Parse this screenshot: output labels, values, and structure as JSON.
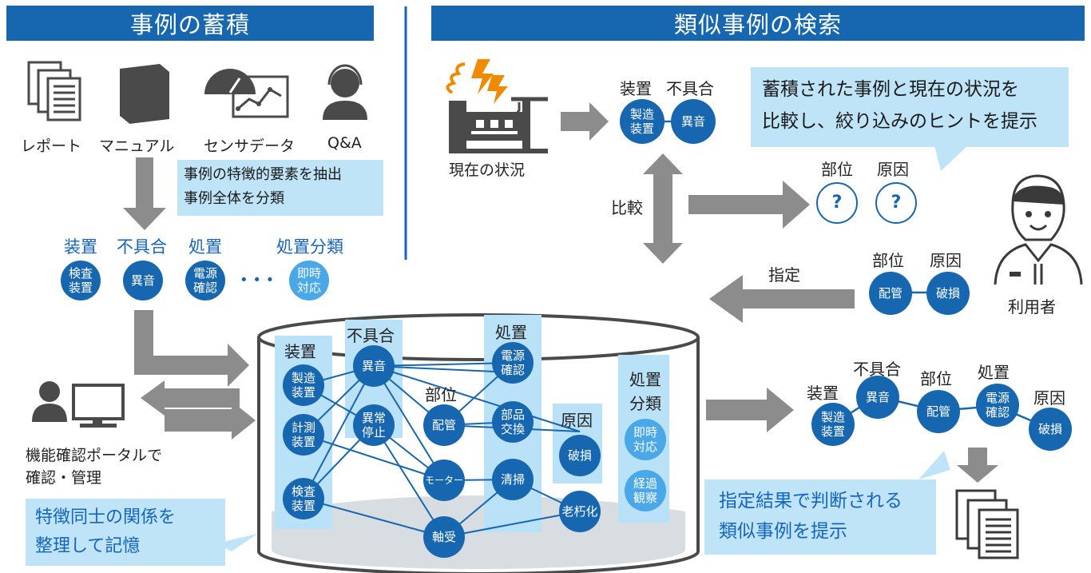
{
  "left_banner": "事例の蓄積",
  "right_banner": "類似事例の検索",
  "sources": {
    "report": "レポート",
    "manual": "マニュアル",
    "sensor": "センサデータ",
    "qa": "Q&A"
  },
  "extract_callout": [
    "事例の特徴的要素を抽出",
    "事例全体を分類"
  ],
  "categories_left": {
    "device": "装置",
    "defect": "不具合",
    "action": "処置",
    "action_class": "処置分類",
    "device_val": [
      "検査",
      "装置"
    ],
    "defect_val": [
      "異音"
    ],
    "action_val": [
      "電源",
      "確認"
    ],
    "dots": "• • •",
    "class_val": [
      "即時",
      "対応"
    ]
  },
  "portal": [
    "機能確認ポータルで",
    "確認・管理"
  ],
  "memory_callout": [
    "特徴同士の関係を",
    "整理して記憶"
  ],
  "db": {
    "col_device": "装置",
    "col_defect": "不具合",
    "col_part": "部位",
    "col_action": "処置",
    "col_cause": "原因",
    "col_class": [
      "処置",
      "分類"
    ],
    "nodes": {
      "seizo": [
        "製造",
        "装置"
      ],
      "keisoku": [
        "計測",
        "装置"
      ],
      "kensa": [
        "検査",
        "装置"
      ],
      "ion": [
        "異音"
      ],
      "ijo": [
        "異常",
        "停止"
      ],
      "haikan": [
        "配管"
      ],
      "motor": [
        "モーター"
      ],
      "jiku": [
        "軸受"
      ],
      "dengen": [
        "電源",
        "確認"
      ],
      "buhin": [
        "部品",
        "交換"
      ],
      "seiso": [
        "清掃"
      ],
      "haso": [
        "破損"
      ],
      "roukyu": [
        "老朽化"
      ],
      "sokuji": [
        "即時",
        "対応"
      ],
      "keika": [
        "経過",
        "観察"
      ]
    }
  },
  "current": {
    "label": "現在の状況",
    "device": "装置",
    "defect": "不具合",
    "device_val": [
      "製造",
      "装置"
    ],
    "defect_val": [
      "異音"
    ]
  },
  "compare_label": "比較",
  "hint_callout": [
    "蓄積された事例と現在の状況を",
    "比較し、絞り込みのヒントを提示"
  ],
  "unknown": {
    "part": "部位",
    "cause": "原因",
    "q": "?"
  },
  "user_label": "利用者",
  "specify": {
    "label": "指定",
    "part": "部位",
    "cause": "原因",
    "part_val": "配管",
    "cause_val": "破損"
  },
  "result_chain": {
    "device": "装置",
    "defect": "不具合",
    "part": "部位",
    "action": "処置",
    "cause": "原因",
    "device_val": [
      "製造",
      "装置"
    ],
    "defect_val": [
      "異音"
    ],
    "part_val": [
      "配管"
    ],
    "action_val": [
      "電源",
      "確認"
    ],
    "cause_val": [
      "破損"
    ]
  },
  "result_callout": [
    "指定結果で判断される",
    "類似事例を提示"
  ],
  "colors": {
    "primary": "#1767b0",
    "light": "#4aa8e8",
    "callout": "#bfe4f8",
    "arrow": "#8c8c8c"
  }
}
